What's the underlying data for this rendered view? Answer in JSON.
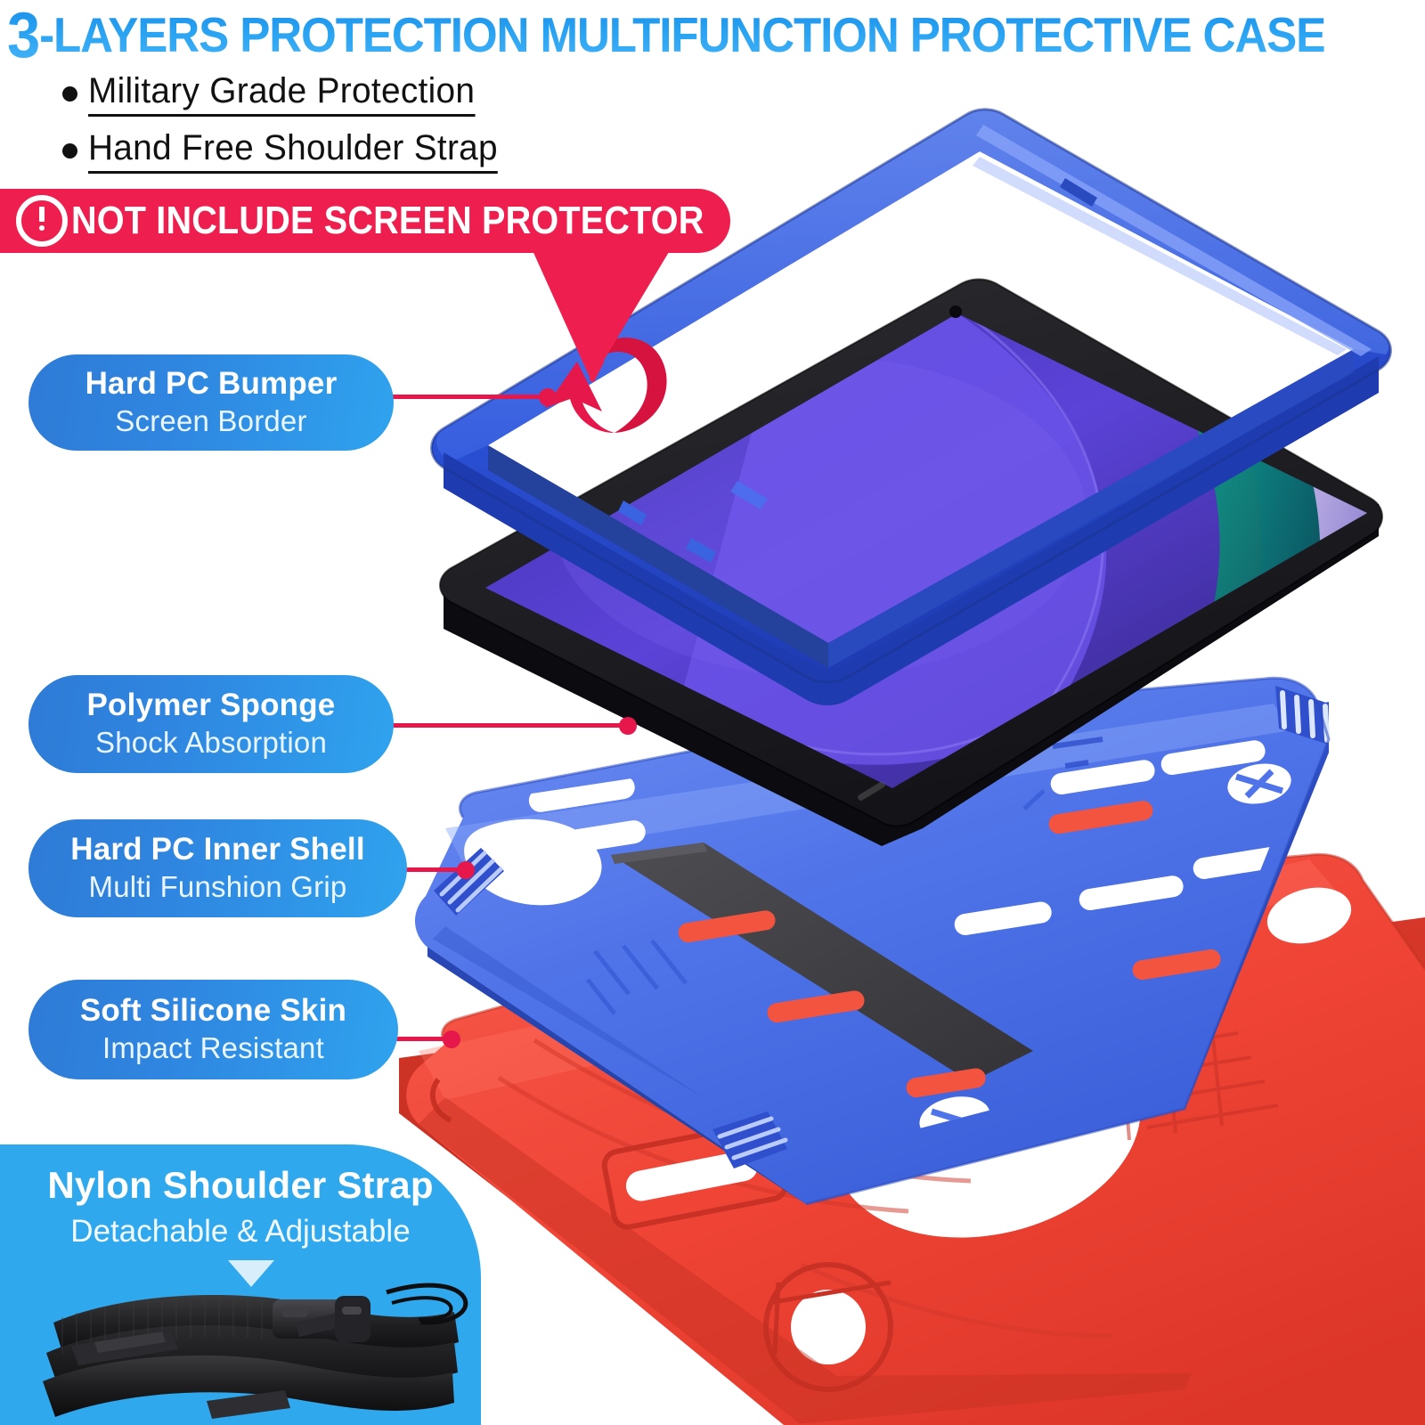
{
  "header": {
    "title_lead": "3",
    "title_rest": "-LAYERS PROTECTION MULTIFUNCTION PROTECTIVE CASE",
    "bullets": [
      "Military Grade Protection",
      "Hand Free Shoulder Strap"
    ]
  },
  "warning": {
    "icon": "exclamation-circle-icon",
    "text": "NOT INCLUDE SCREEN PROTECTOR"
  },
  "labels": [
    {
      "title": "Hard PC Bumper",
      "sub": "Screen Border"
    },
    {
      "title": "Polymer Sponge",
      "sub": "Shock Absorption"
    },
    {
      "title": "Hard PC Inner Shell",
      "sub": "Multi Funshion Grip"
    },
    {
      "title": "Soft Silicone Skin",
      "sub": "Impact Resistant"
    }
  ],
  "strap": {
    "title": "Nylon Shoulder Strap",
    "sub": "Detachable & Adjustable",
    "caret": "caret-down-icon",
    "photo": "nylon-shoulder-strap-photo"
  },
  "product": {
    "layers": [
      "hard-pc-bumper-frame",
      "tablet-device",
      "hard-pc-inner-shell",
      "soft-silicone-skin"
    ],
    "rotate_annotation": "rotate-arrow-icon"
  },
  "colors": {
    "title_blue": "#29A3F2",
    "warning_red": "#EE1F4E",
    "connector_red": "#E5174B",
    "pill_blue_dark": "#2E7BD6",
    "pill_blue_light": "#2FA3EE",
    "panel_blue": "#2FA8EE",
    "bumper_blue": "#2E56D8",
    "shell_blue": "#4C74E6",
    "skin_red": "#F0483B",
    "device_black": "#1A1A1E"
  }
}
